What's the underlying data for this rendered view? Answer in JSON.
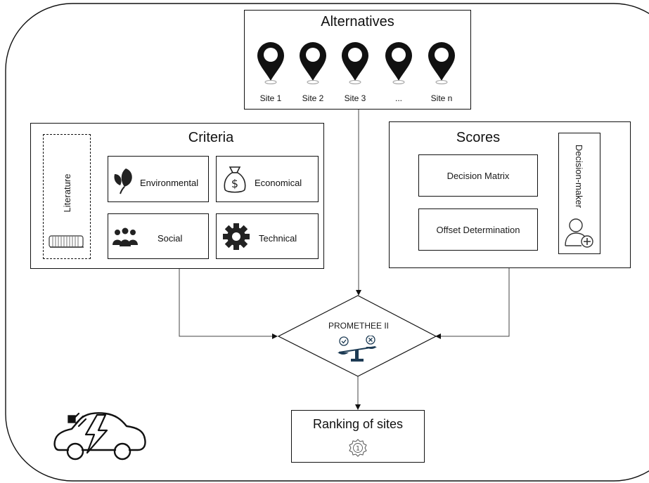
{
  "alternatives": {
    "title": "Alternatives",
    "sites": [
      "Site 1",
      "Site 2",
      "Site 3",
      "...",
      "Site n"
    ]
  },
  "criteria": {
    "title": "Criteria",
    "literature_label": "Literature",
    "items": [
      "Environmental",
      "Economical",
      "Social",
      "Technical"
    ]
  },
  "scores": {
    "title": "Scores",
    "items": [
      "Decision Matrix",
      "Offset Determination"
    ],
    "decision_maker_label": "Decision-maker"
  },
  "method": {
    "label": "PROMETHEE II"
  },
  "result": {
    "label": "Ranking of sites",
    "medal_digit": "1"
  },
  "icons": {
    "pins": "location-pin-icon",
    "literature": "books-icon",
    "environmental": "leaf-icon",
    "economical": "money-bag-icon",
    "social": "people-icon",
    "technical": "gear-icon",
    "decision_maker": "add-user-icon",
    "promethee": "balance-scale-icon",
    "ranking": "medal-icon",
    "vehicle": "electric-car-icon"
  }
}
